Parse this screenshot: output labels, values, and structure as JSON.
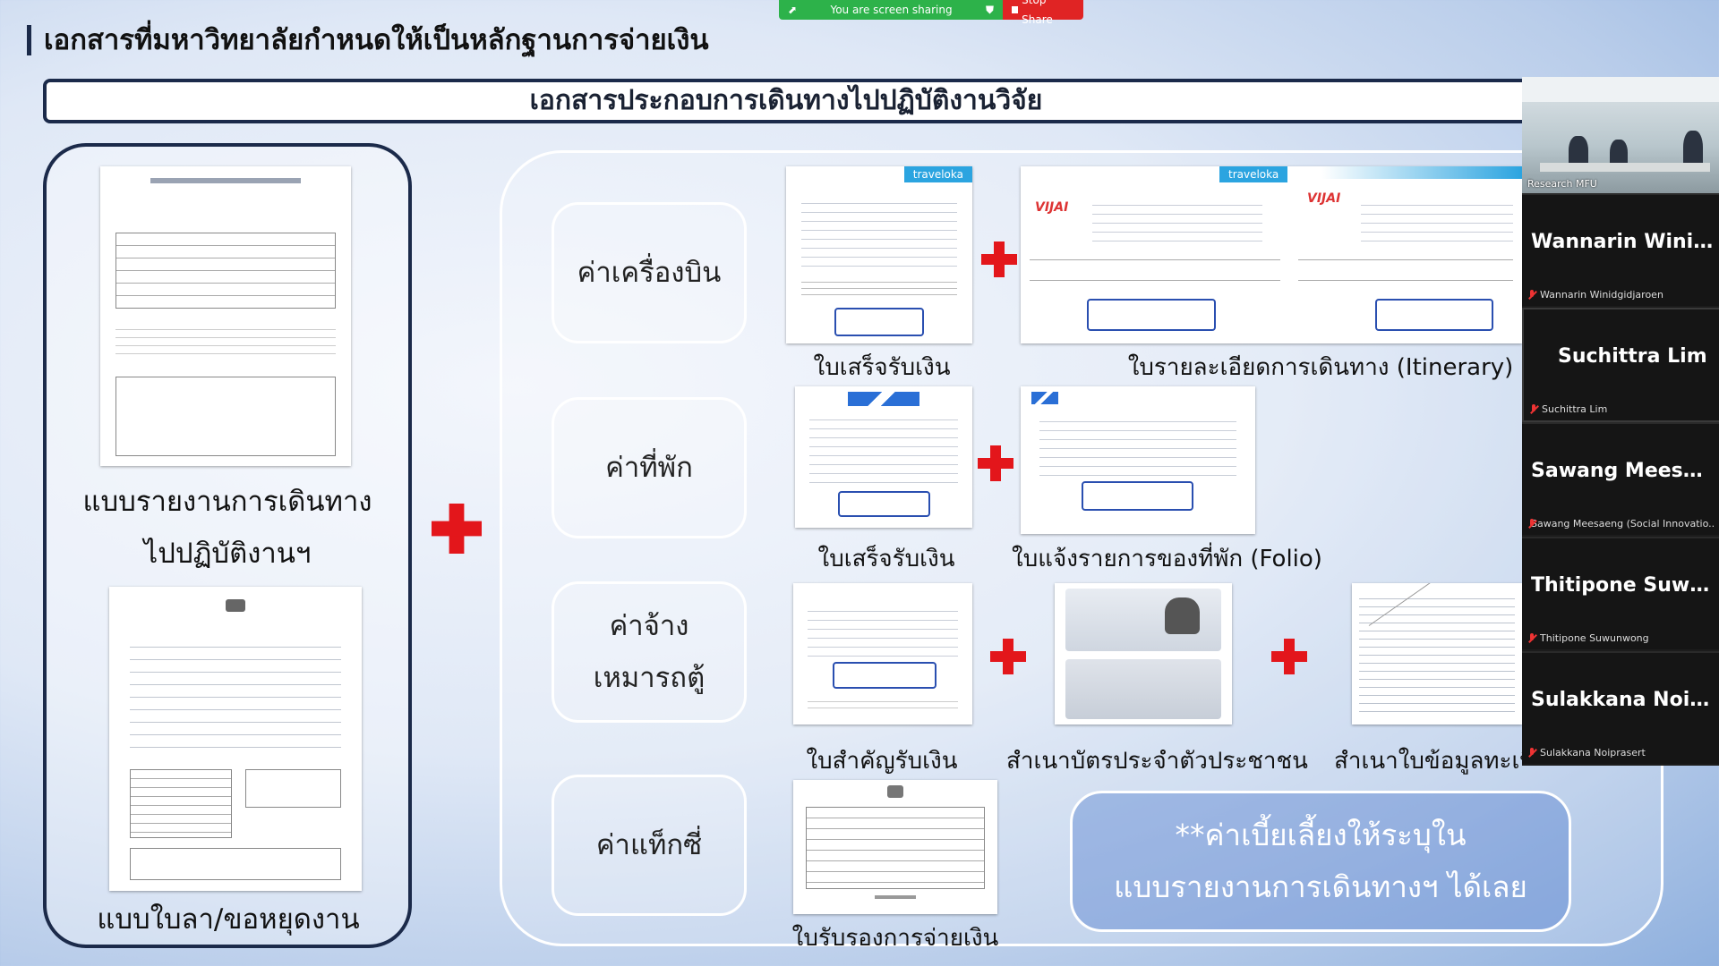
{
  "share_bar": {
    "sharing_text": "You are screen sharing",
    "stop_label": "Stop Share"
  },
  "page_title": "เอกสารที่มหาวิทยาลัยกำหนดให้เป็นหลักฐานการจ่ายเงิน",
  "banner": "เอกสารประกอบการเดินทางไปปฏิบัติงานวิจัย",
  "left_docs": {
    "travel_report_line1": "แบบรายงานการเดินทาง",
    "travel_report_line2": "ไปปฏิบัติงานฯ",
    "leave_form": "แบบใบลา/ขอหยุดงาน"
  },
  "categories": {
    "airfare": "ค่าเครื่องบิน",
    "accommodation": "ค่าที่พัก",
    "van_line1": "ค่าจ้าง",
    "van_line2": "เหมารถตู้",
    "taxi": "ค่าแท็กซี่"
  },
  "doc_labels": {
    "receipt_air": "ใบเสร็จรับเงิน",
    "itinerary": "ใบรายละเอียดการเดินทาง (Itinerary)",
    "receipt_hotel": "ใบเสร็จรับเงิน",
    "folio": "ใบแจ้งรายการของที่พัก (Folio)",
    "payment_voucher": "ใบสำคัญรับเงิน",
    "id_card_copy": "สำเนาบัตรประจำตัวประชาชน",
    "house_reg_copy": "สำเนาใบข้อมูลทะเบียน",
    "payment_certificate": "ใบรับรองการจ่ายเงิน"
  },
  "brands": {
    "traveloka": "traveloka"
  },
  "note": {
    "line1": "**ค่าเบี้ยเลี้ยงให้ระบุใน",
    "line2": "แบบรายงานการเดินทางฯ ได้เลย"
  },
  "participants": {
    "video_tag": "Research MFU",
    "people": [
      {
        "display": "Wannarin  Winid...",
        "full": "Wannarin Winidgidjaroen"
      },
      {
        "display": "Suchittra Lim",
        "full": "Suchittra Lim"
      },
      {
        "display": "Sawang  Meesae...",
        "full": "Sawang Meesaeng (Social Innovatio..."
      },
      {
        "display": "Thitipone  Suwu...",
        "full": "Thitipone Suwunwong"
      },
      {
        "display": "Sulakkana  Noip...",
        "full": "Sulakkana Noiprasert"
      }
    ]
  },
  "colors": {
    "accent_navy": "#1b2a4a",
    "plus_red": "#e3161b",
    "share_green": "#2db24a",
    "share_red": "#e02424"
  }
}
